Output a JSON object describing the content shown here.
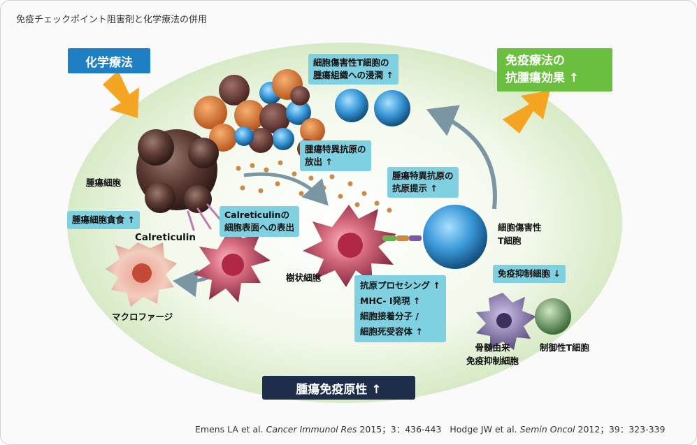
{
  "title": "免疫チェックポイント阻害剤と化学療法の併用",
  "chemo_label": "化学療法",
  "immuno_effect": [
    "免疫療法の",
    "抗腫瘍効果 ↑"
  ],
  "immunogenicity": "腫瘍免疫原性 ↑",
  "boxes": {
    "ctl_infiltration": [
      "細胞傷害性T細胞の",
      "腫瘍組織への浸潤 ↑"
    ],
    "antigen_release": [
      "腫瘍特異抗原の",
      "放出 ↑"
    ],
    "antigen_presentation": [
      "腫瘍特異抗原の",
      "抗原提示 ↑"
    ],
    "phagocytosis": "腫瘍細胞貪食 ↑",
    "calreticulin_expression": [
      "Calreticulinの",
      "細胞表面への表出"
    ],
    "immunosuppressive": "免疫抑制細胞 ↓",
    "processing": [
      "抗原プロセシング ↑",
      "MHC- I発現 ↑",
      "細胞接着分子 /",
      "細胞死受容体 ↑"
    ]
  },
  "labels": {
    "tumor_cell": "腫瘍細胞",
    "calreticulin": "Calreticulin",
    "macrophage": "マクロファージ",
    "dendritic": "樹状細胞",
    "ctl": [
      "細胞傷害性",
      "T細胞"
    ],
    "mdsc": [
      "骨髄由来",
      "免疫抑制細胞"
    ],
    "treg": "制御性T細胞"
  },
  "references": {
    "r1_authors": "Emens LA et al. ",
    "r1_journal": "Cancer Immunol Res",
    "r1_rest": " 2015；3：436-443",
    "r2_authors": "Hodge JW et al. ",
    "r2_journal": "Semin Oncol",
    "r2_rest": " 2012；39：323-339"
  },
  "colors": {
    "chemo_box": "#1f7fc4",
    "effect_box": "#6abf3e",
    "immunogenicity_box": "#1e2e4a",
    "label_box": "#7fd0e0",
    "background_oval": "#d7ecc6",
    "arrow_orange": "#f4a623",
    "arrow_grey": "#7a96a2"
  }
}
